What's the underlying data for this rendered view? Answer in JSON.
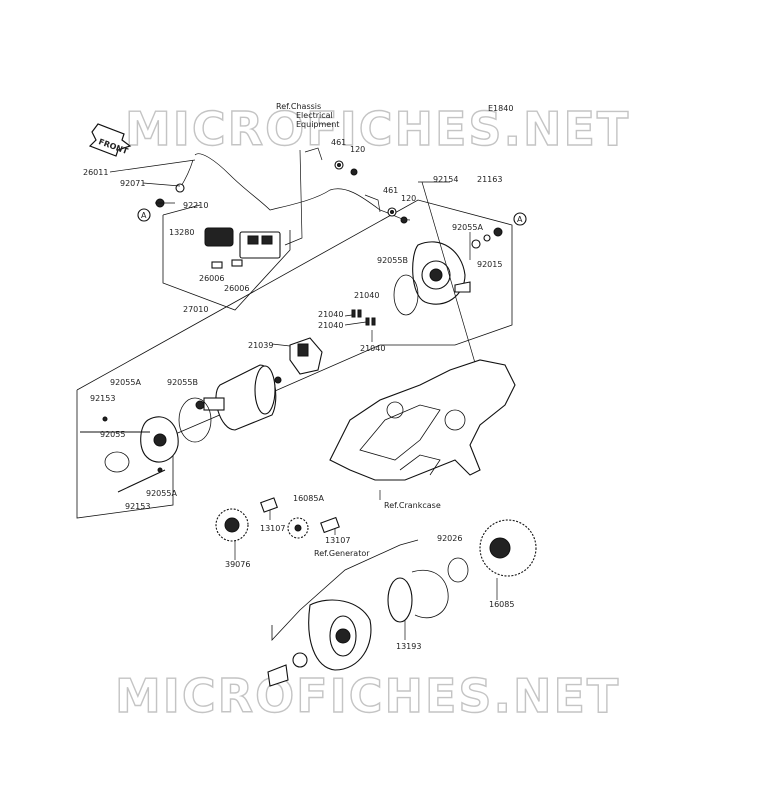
{
  "diagram": {
    "code": "E1840",
    "watermark": "MICROFICHES.NET",
    "front_label": "FRONT",
    "callout_ref": "A",
    "labels": {
      "ref_chassis_1": "Ref.Chassis",
      "ref_chassis_2": "Electrical",
      "ref_chassis_3": "Equipment",
      "ref_crankcase": "Ref.Crankcase",
      "ref_generator": "Ref.Generator"
    },
    "parts": [
      "26011",
      "92071",
      "92210",
      "461",
      "120",
      "461",
      "120",
      "92154",
      "21163",
      "13280",
      "26006",
      "26006",
      "27010",
      "92055A",
      "92015",
      "92055B",
      "21040",
      "21040",
      "21040",
      "21040",
      "21039",
      "92055A",
      "92055B",
      "92153",
      "92055",
      "92055A",
      "92153",
      "13107",
      "16085A",
      "13107",
      "39076",
      "92026",
      "16085",
      "13193"
    ]
  }
}
